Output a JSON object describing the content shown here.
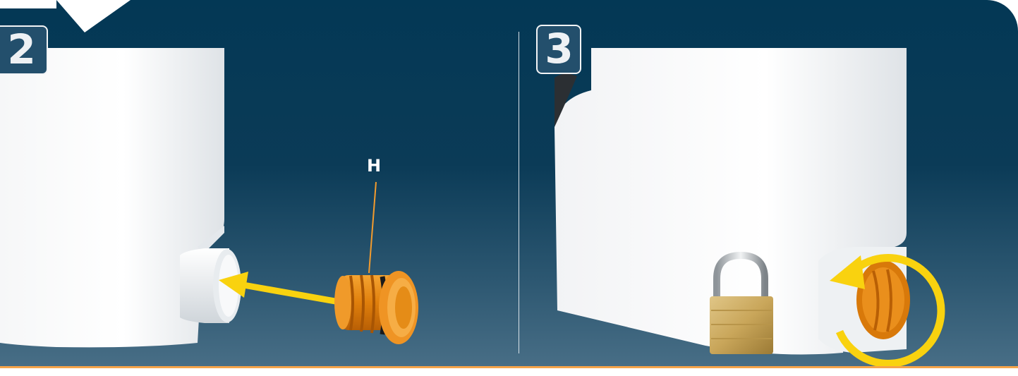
{
  "steps": {
    "left": {
      "number": "2",
      "callout_label": "H"
    },
    "right": {
      "number": "3"
    }
  },
  "colors": {
    "background_top": "#033855",
    "background_bottom": "#486e86",
    "arrow": "#f9d20f",
    "plug": "#e88d12",
    "accent_line": "#f6a44a"
  },
  "icons": [
    "insert-arrow-icon",
    "plug-part-h",
    "padlock-icon",
    "rotate-arrow-icon",
    "sealed-plug-icon"
  ]
}
